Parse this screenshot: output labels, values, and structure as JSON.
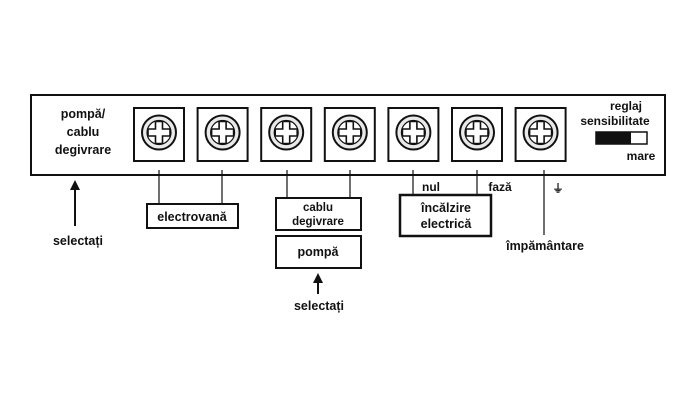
{
  "labels": {
    "pump_cable": [
      "pompă/",
      "cablu",
      "degivrare"
    ],
    "sensitivity": [
      "reglaj",
      "sensibilitate"
    ],
    "sensitivity_max": "mare",
    "select_left": "selectați",
    "select_bottom": "selectați",
    "electrovalve": "electrovană",
    "defrost_cable": [
      "cablu",
      "degivrare"
    ],
    "pump": "pompă",
    "neutral": "nul",
    "phase": "fază",
    "ground_symbol": "⏚",
    "heating": [
      "încălzire",
      "electrică"
    ],
    "grounding": "împământare"
  },
  "terminals": [
    {
      "name": "terminal-1-electrovalve"
    },
    {
      "name": "terminal-2-electrovalve"
    },
    {
      "name": "terminal-3-defrost"
    },
    {
      "name": "terminal-4-defrost"
    },
    {
      "name": "terminal-5-neutral"
    },
    {
      "name": "terminal-6-phase"
    },
    {
      "name": "terminal-7-ground"
    }
  ],
  "colors": {
    "stroke": "#111111",
    "screw_fill": "#e9e9e9",
    "switch_dark": "#111111"
  }
}
